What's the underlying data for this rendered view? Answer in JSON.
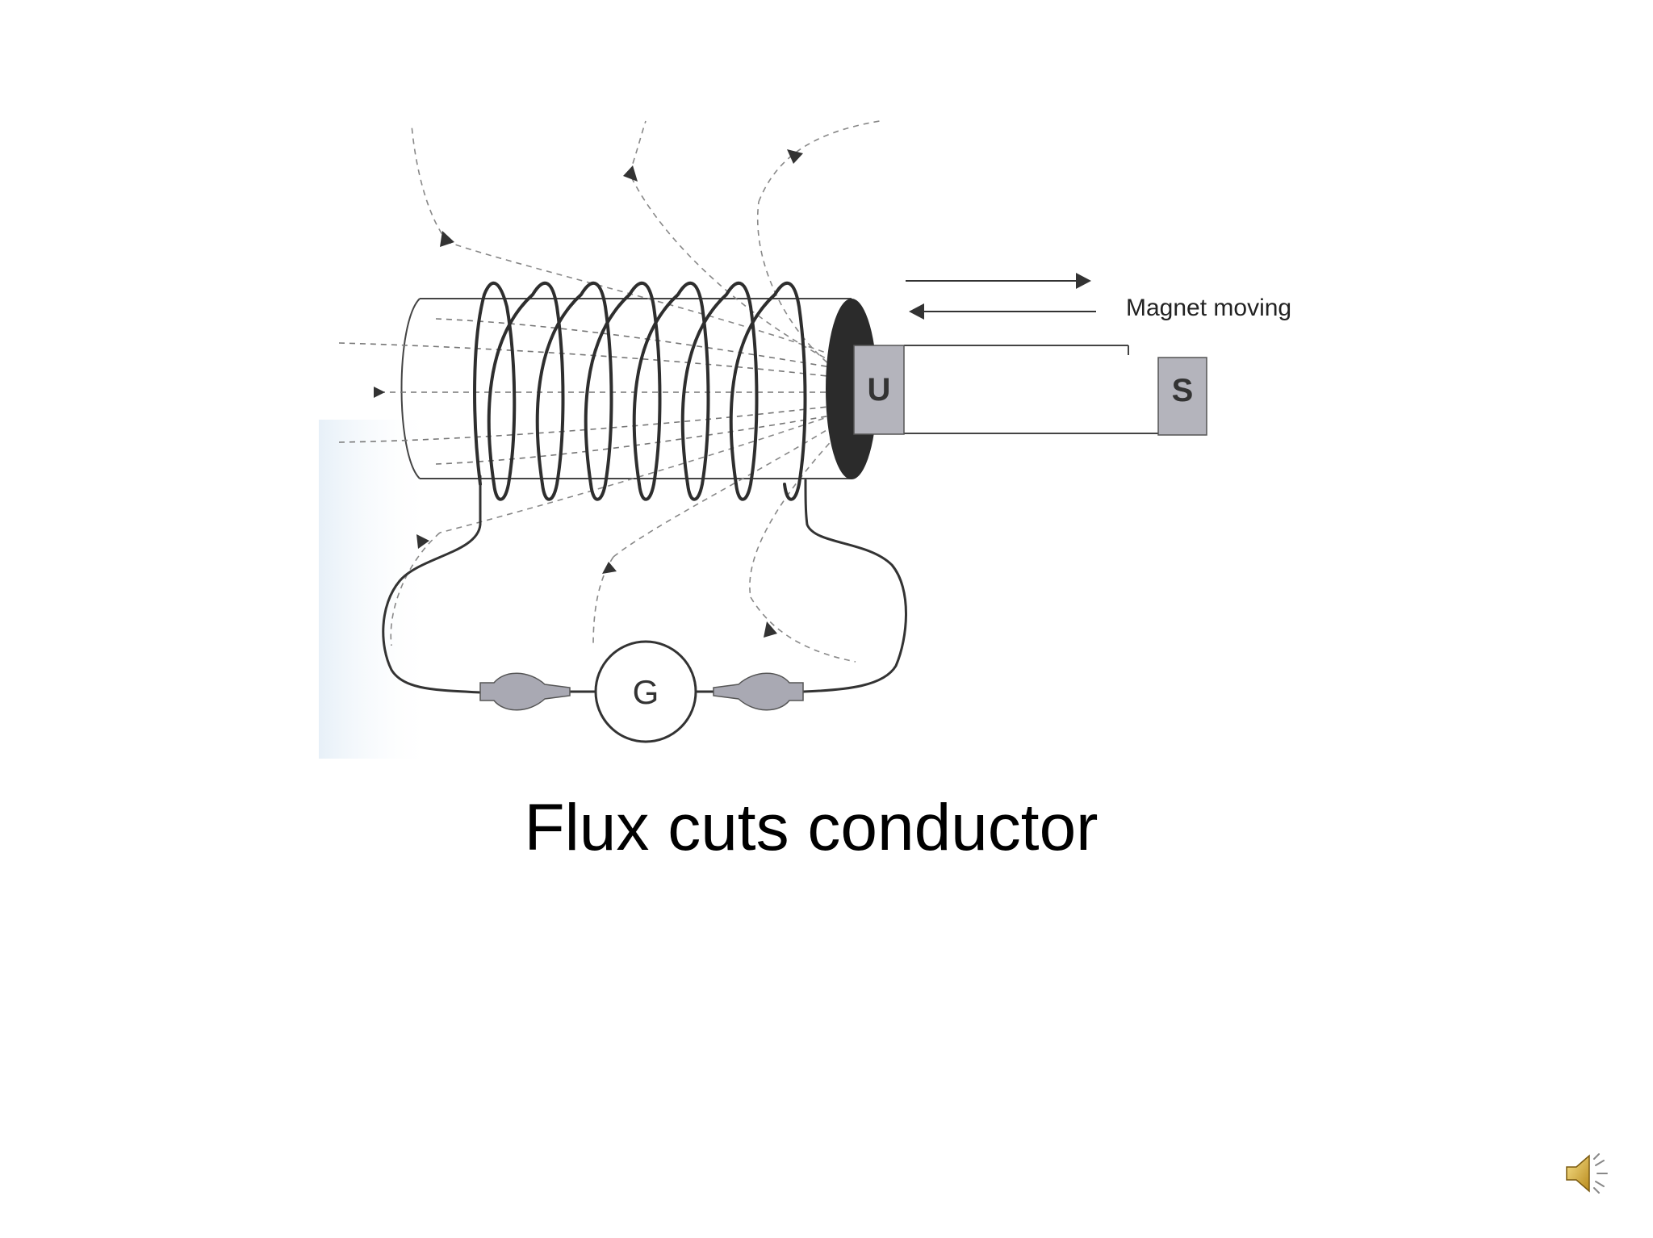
{
  "slide": {
    "caption": "Flux cuts conductor"
  },
  "diagram": {
    "motion_label": "Magnet moving",
    "magnet_pole_left": "U",
    "magnet_pole_right": "S",
    "meter_label": "G"
  },
  "icons": {
    "sound": "speaker-icon"
  },
  "colors": {
    "line": "#333333",
    "magnet_pole": "#b4b4bc",
    "coil_end": "#2b2b2b",
    "clip": "#a9a9b3",
    "glow": "#e9f2f8"
  }
}
